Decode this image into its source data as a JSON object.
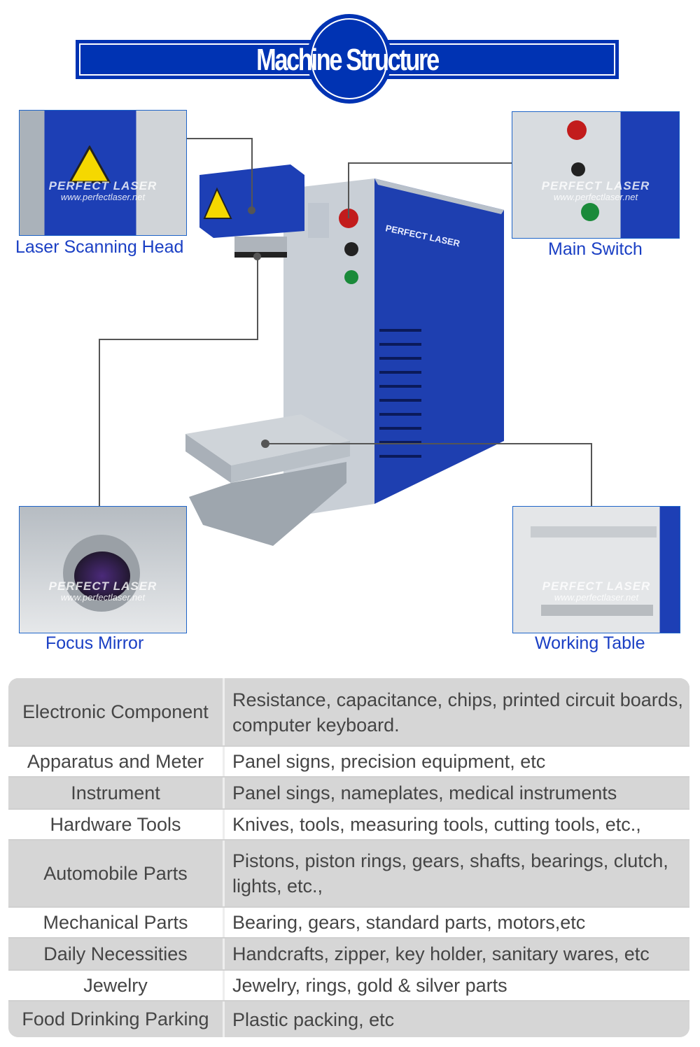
{
  "header": {
    "title": "Machine Structure",
    "accent": "#0033b3"
  },
  "watermark": {
    "brand": "PERFECT LASER",
    "url": "www.perfectlaser.net"
  },
  "machine": {
    "panel_logo": "PERFECT LASER"
  },
  "callouts": [
    {
      "label": "Laser Scanning Head"
    },
    {
      "label": "Main Switch"
    },
    {
      "label": "Focus Mirror"
    },
    {
      "label": "Working Table"
    }
  ],
  "applications": [
    {
      "category": "Electronic Component",
      "items": "Resistance, capacitance, chips, printed circuit boards, computer keyboard."
    },
    {
      "category": "Apparatus and Meter",
      "items": "Panel signs, precision equipment, etc"
    },
    {
      "category": "Instrument",
      "items": "Panel sings, nameplates, medical instruments"
    },
    {
      "category": "Hardware Tools",
      "items": "Knives, tools, measuring tools, cutting tools, etc.,"
    },
    {
      "category": "Automobile Parts",
      "items": "Pistons, piston rings, gears, shafts, bearings, clutch, lights, etc.,"
    },
    {
      "category": "Mechanical Parts",
      "items": "Bearing, gears, standard parts, motors,etc"
    },
    {
      "category": "Daily Necessities",
      "items": "Handcrafts, zipper, key holder, sanitary wares, etc"
    },
    {
      "category": "Jewelry",
      "items": "Jewelry, rings, gold & silver parts"
    },
    {
      "category": "Food Drinking Parking",
      "items": "Plastic packing, etc"
    }
  ]
}
